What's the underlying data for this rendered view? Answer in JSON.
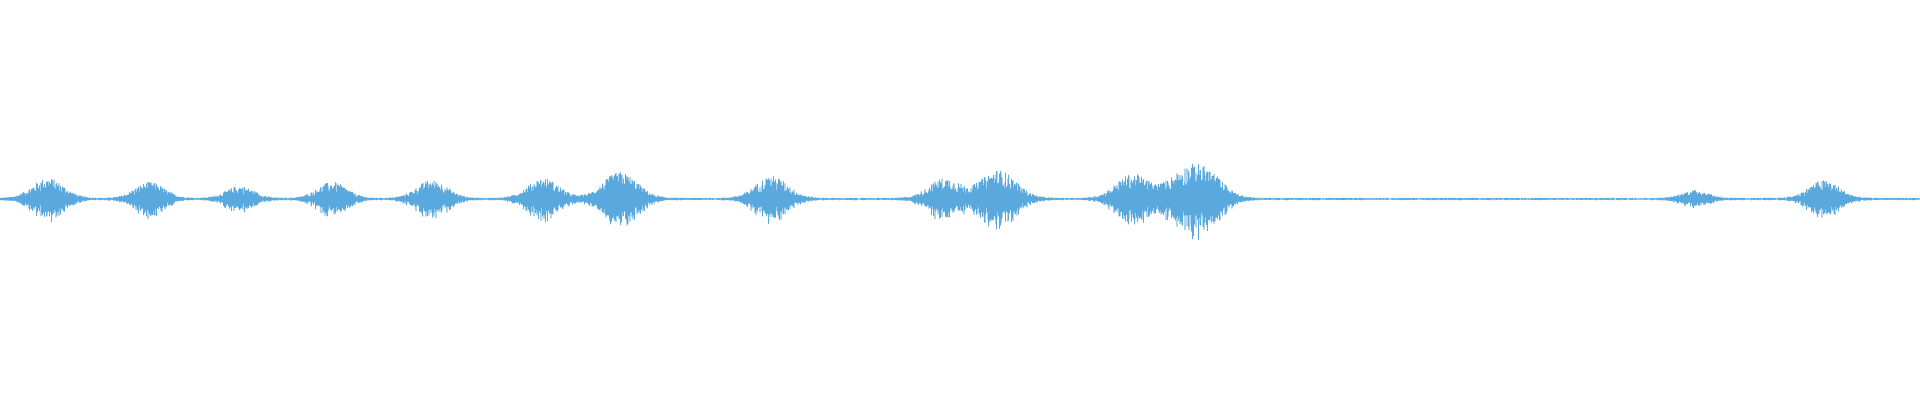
{
  "waveform": {
    "color": "#5aa9de",
    "background": "#ffffff",
    "baseline_amplitude": 0.006,
    "bursts": [
      {
        "position": 0.025,
        "amplitude": 0.1
      },
      {
        "position": 0.078,
        "amplitude": 0.08
      },
      {
        "position": 0.125,
        "amplitude": 0.06
      },
      {
        "position": 0.173,
        "amplitude": 0.08
      },
      {
        "position": 0.225,
        "amplitude": 0.09
      },
      {
        "position": 0.283,
        "amplitude": 0.1
      },
      {
        "position": 0.323,
        "amplitude": 0.13
      },
      {
        "position": 0.402,
        "amplitude": 0.11
      },
      {
        "position": 0.492,
        "amplitude": 0.1
      },
      {
        "position": 0.52,
        "amplitude": 0.14
      },
      {
        "position": 0.59,
        "amplitude": 0.12
      },
      {
        "position": 0.615,
        "amplitude": 0.1
      },
      {
        "position": 0.628,
        "amplitude": 0.13
      },
      {
        "position": 0.883,
        "amplitude": 0.04
      },
      {
        "position": 0.95,
        "amplitude": 0.09
      }
    ]
  }
}
